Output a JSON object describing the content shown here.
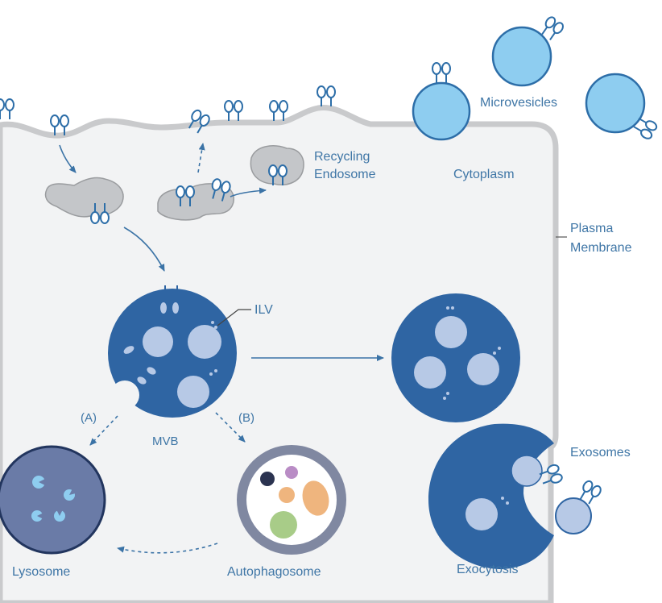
{
  "labels": {
    "microvesicles": "Microvesicles",
    "recycling_endosome_line1": "Recycling",
    "recycling_endosome_line2": "Endosome",
    "cytoplasm": "Cytoplasm",
    "plasma_membrane_line1": "Plasma",
    "plasma_membrane_line2": "Membrane",
    "ilv": "ILV",
    "pathway_a": "(A)",
    "pathway_b": "(B)",
    "mvb": "MVB",
    "exosomes": "Exosomes",
    "lysosome": "Lysosome",
    "autophagosome": "Autophagosome",
    "exocytosis": "Exocytosis"
  },
  "colors": {
    "cytoplasm_fill": "#f2f3f4",
    "membrane_stroke": "#c9cacc",
    "vesicle_light": "#8ecdf0",
    "vesicle_stroke": "#2d6ea8",
    "mvb_fill": "#2f65a3",
    "ilv_fill": "#b7c9e6",
    "lysosome_fill": "#6a7ba7",
    "autophagosome_ring": "#8088a1",
    "endosome_fill": "#c4c6c9",
    "label": "#3f76a6",
    "arrow": "#3b73a6"
  }
}
